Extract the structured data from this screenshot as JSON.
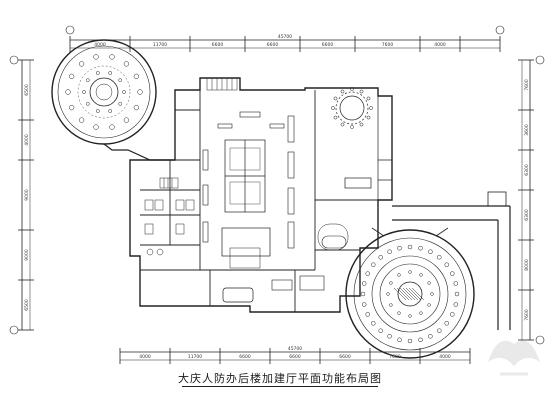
{
  "drawing": {
    "title": "大庆人防办后楼加建厅平面功能布局图",
    "top_dims": [
      "4000",
      "11700",
      "6600",
      "6600",
      "6600",
      "7600",
      "4000"
    ],
    "top_total": "45700",
    "bottom_dims": [
      "4000",
      "11700",
      "6600",
      "6600",
      "6600",
      "7600",
      "4000"
    ],
    "bottom_total": "45700",
    "left_dims": [
      "6500",
      "4000",
      "9000",
      "9000",
      "6500"
    ],
    "right_dims": [
      "7600",
      "3600",
      "6300",
      "6300",
      "8000",
      "7600"
    ]
  },
  "colors": {
    "line": "#222222",
    "fine": "#555555"
  },
  "watermark": {
    "icon": "logo-watermark-icon"
  }
}
